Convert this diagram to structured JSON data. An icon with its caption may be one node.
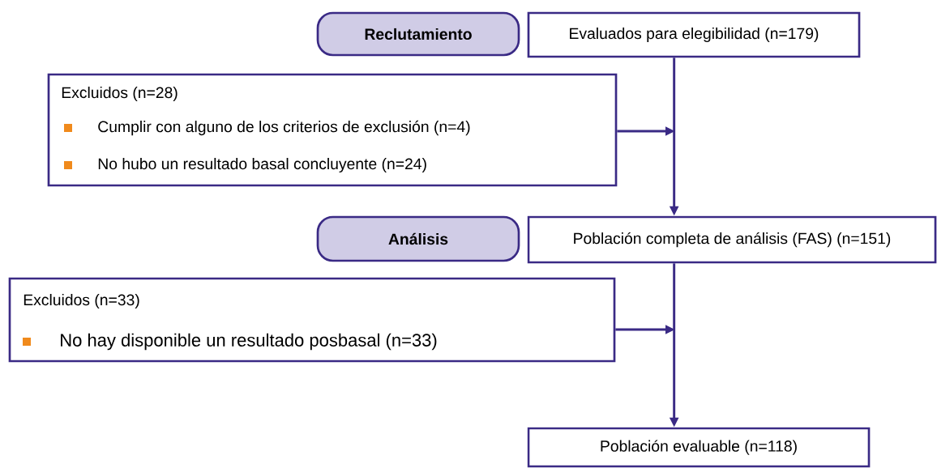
{
  "diagram": {
    "nodes": [
      {
        "text": [
          "Reclutamiento"
        ]
      },
      {
        "text": [
          "Evaluados para elegibilidad (n=179)"
        ]
      },
      {
        "text": [
          "Excluidos (n=28)",
          "Cumplir con alguno de los criterios de exclusión (n=4)",
          "No hubo un resultado basal concluyente (n=24)"
        ]
      },
      {
        "text": [
          "Análisis"
        ]
      },
      {
        "text": [
          "Población completa de análisis (FAS) (n=151)"
        ]
      },
      {
        "text": [
          "Excluidos (n=33)",
          "No hay disponible un resultado posbasal (n=33)"
        ]
      },
      {
        "text": [
          "Población evaluable (n=118)"
        ]
      }
    ],
    "edges": [
      {
        "from": 1,
        "to": 4,
        "arrow": "to"
      },
      {
        "from": 2,
        "to": null,
        "arrow": "to"
      },
      {
        "from": 5,
        "to": null,
        "arrow": "to"
      },
      {
        "from": 4,
        "to": 6,
        "arrow": "to"
      }
    ]
  }
}
